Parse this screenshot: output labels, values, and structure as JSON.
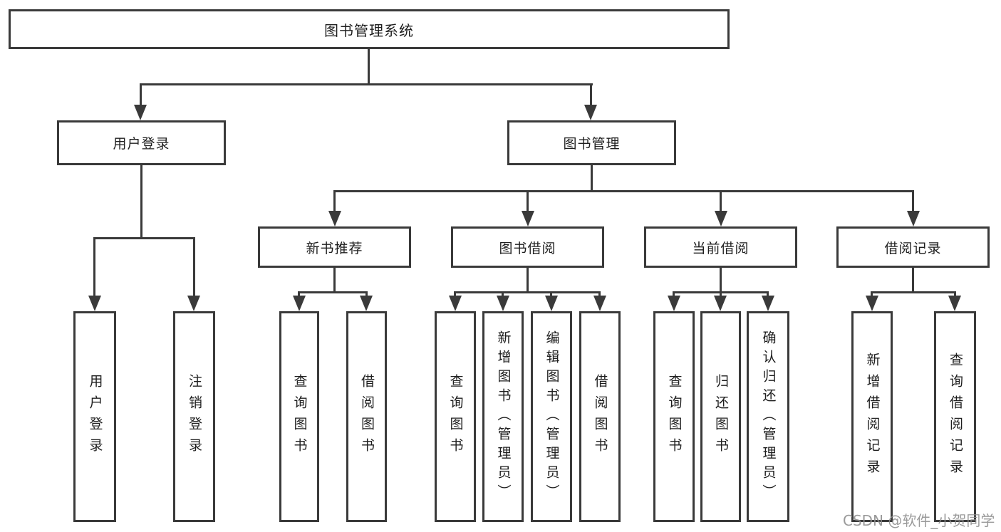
{
  "nodes": {
    "root": {
      "label": "图书管理系统"
    },
    "user_login": {
      "label": "用户登录"
    },
    "book_mgmt": {
      "label": "图书管理"
    },
    "new_book_rec": {
      "label": "新书推荐"
    },
    "book_borrow": {
      "label": "图书借阅"
    },
    "current_borrow": {
      "label": "当前借阅"
    },
    "borrow_records": {
      "label": "借阅记录"
    },
    "leaf_user_login": {
      "label": "用户登录"
    },
    "leaf_logout": {
      "label": "注销登录"
    },
    "leaf_nbr_query": {
      "label": "查询图书"
    },
    "leaf_nbr_borrow": {
      "label": "借阅图书"
    },
    "leaf_bb_query": {
      "label": "查询图书"
    },
    "leaf_bb_add": {
      "label": "新增图书（管理员）"
    },
    "leaf_bb_edit": {
      "label": "编辑图书（管理员）"
    },
    "leaf_bb_borrow": {
      "label": "借阅图书"
    },
    "leaf_cb_query": {
      "label": "查询图书"
    },
    "leaf_cb_return": {
      "label": "归还图书"
    },
    "leaf_cb_confirm": {
      "label": "确认归还（管理员）"
    },
    "leaf_br_add": {
      "label": "新增借阅记录"
    },
    "leaf_br_query": {
      "label": "查询借阅记录"
    }
  },
  "watermark": {
    "text": "CSDN @软件_小贺同学"
  },
  "colors": {
    "line": "#3a3a3a",
    "text": "#1e1e1e",
    "box_background": "#ffffff",
    "watermark": "#8c8c8c"
  }
}
